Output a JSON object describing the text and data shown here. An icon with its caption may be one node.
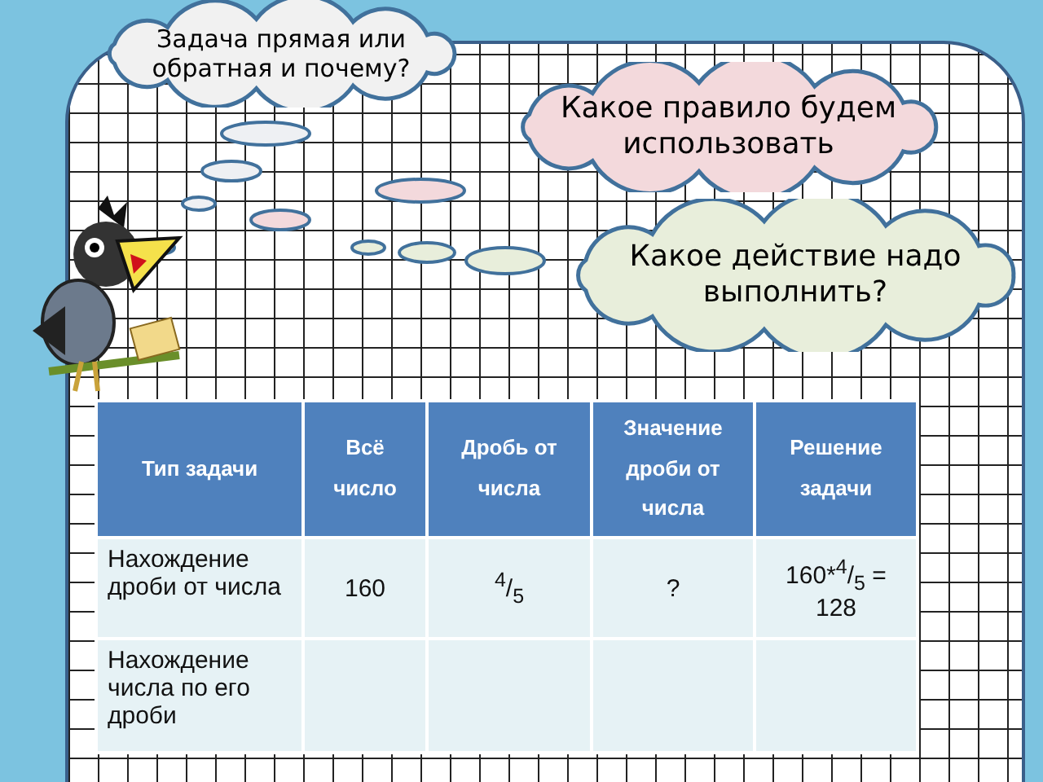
{
  "diagram": {
    "nodes": [
      {
        "text": [
          "Задача прямая или обратная и почему?"
        ]
      },
      {
        "text": [
          "Какое правило будем использовать"
        ]
      },
      {
        "text": [
          "Какое действие надо выполнить?"
        ]
      }
    ],
    "labels": [
      "Тип задачи",
      "Всё число",
      "Дробь от числа",
      "Значение дроби от числа",
      "Решение задачи",
      "Нахождение дроби от числа",
      "160",
      "$^{4}$/$_{5}$",
      "?",
      "160*$^{4}$/$_{5}$ = 128",
      "Нахождение числа по его дроби"
    ]
  }
}
